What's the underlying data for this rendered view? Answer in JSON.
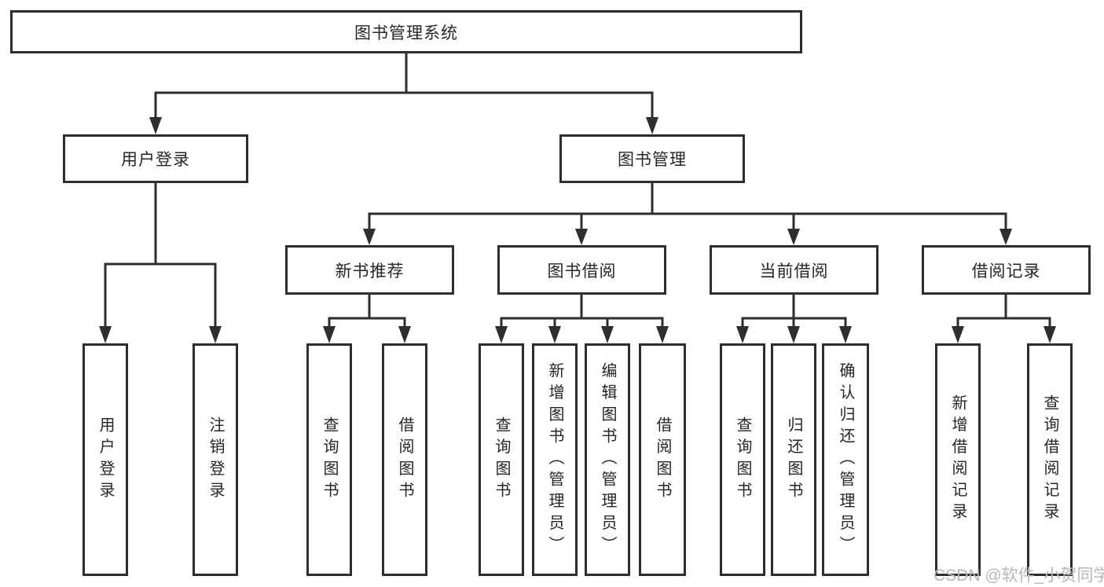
{
  "root": {
    "label": "图书管理系统"
  },
  "branches": {
    "user_login": {
      "label": "用户登录"
    },
    "book_mgmt": {
      "label": "图书管理"
    }
  },
  "modules": {
    "new_book_rec": {
      "label": "新书推荐"
    },
    "book_borrow": {
      "label": "图书借阅"
    },
    "current_borrow": {
      "label": "当前借阅"
    },
    "borrow_record": {
      "label": "借阅记录"
    }
  },
  "leaves": {
    "login": "用户登录",
    "logout": "注销登录",
    "rec_query": "查询图书",
    "rec_borrow": "借阅图书",
    "bb_query": "查询图书",
    "bb_add": "新增图书（管理员）",
    "bb_edit": "编辑图书（管理员）",
    "bb_borrow": "借阅图书",
    "cb_query": "查询图书",
    "cb_return": "归还图书",
    "cb_confirm": "确认归还（管理员）",
    "br_add": "新增借阅记录",
    "br_query": "查询借阅记录"
  },
  "watermark": {
    "text": "CSDN @软件_小贺同学"
  },
  "colors": {
    "line": "#2e2e2e",
    "box_border": "#2e2e2e",
    "text": "#262626",
    "watermark": "#b7b7b7",
    "background": "#ffffff"
  }
}
